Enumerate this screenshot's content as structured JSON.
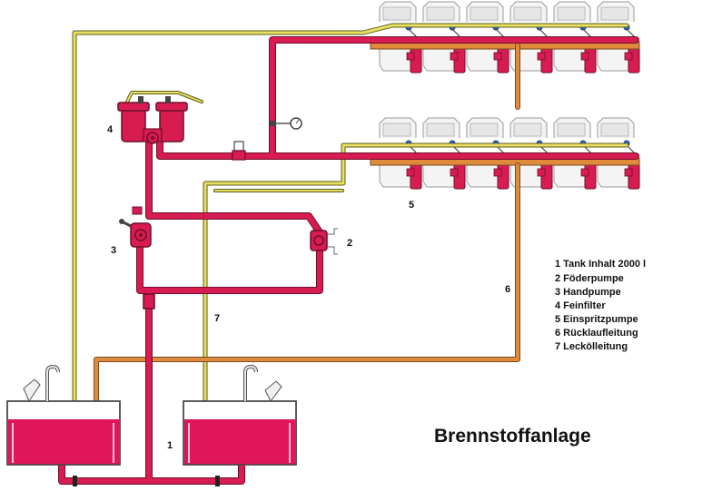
{
  "title": "Brennstoffanlage",
  "labels": {
    "tank": "1",
    "feed_pump": "2",
    "hand_pump": "3",
    "fine_filter": "4",
    "injection_pump": "5",
    "return_line": "6",
    "leak_oil_line": "7"
  },
  "legend": [
    "1  Tank Inhalt 2000 l",
    "2 Föderpumpe",
    "3 Handpumpe",
    "4 Feinfilter",
    "5 Einspritzpumpe",
    "6 Rücklaufleitung",
    "7 Leckölleitung"
  ],
  "colors": {
    "fuel_line": "#d81b50",
    "fuel_dark": "#6e0f2a",
    "leak_line": "#e8e060",
    "return_line": "#e08a3c",
    "tank_fill": "#e0155a",
    "engine_gray": "#d0d0d0"
  }
}
